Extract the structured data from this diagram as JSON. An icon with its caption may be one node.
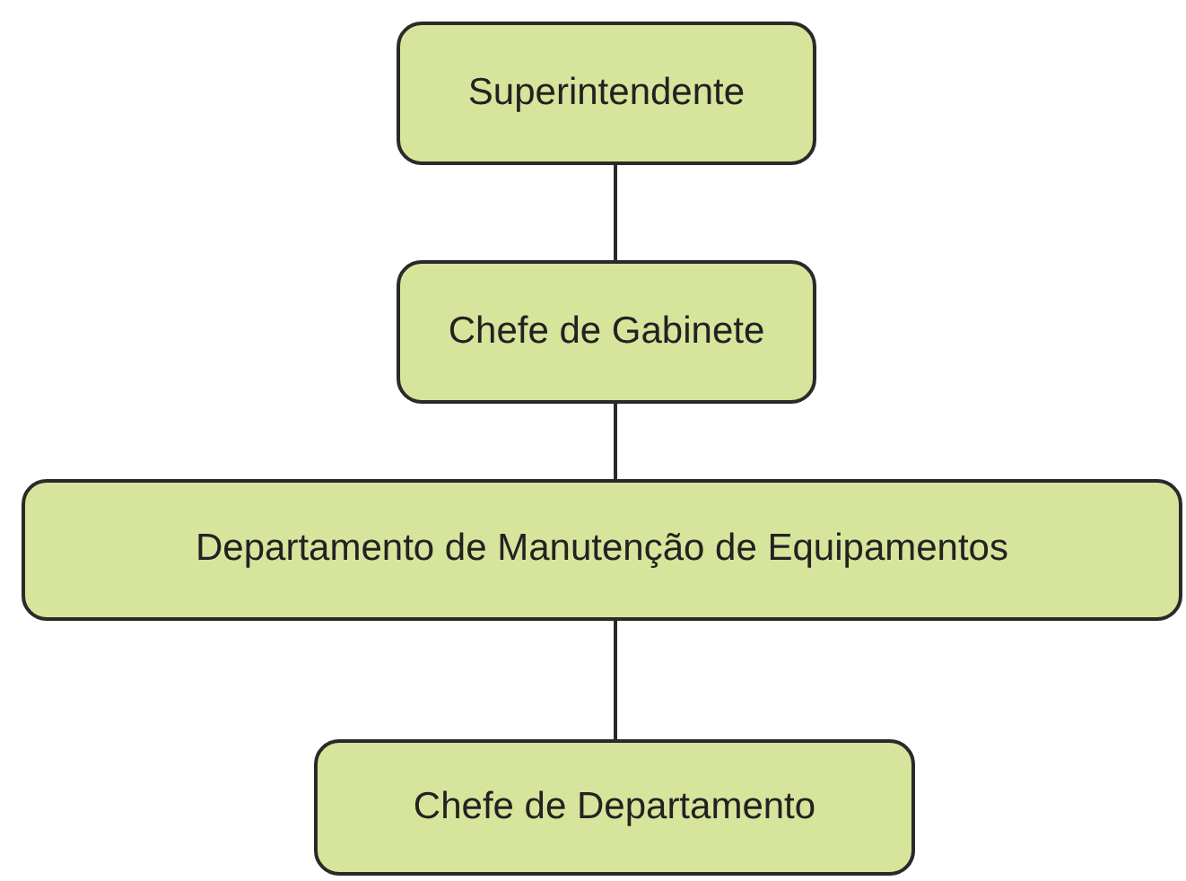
{
  "diagram": {
    "nodes": [
      {
        "text": [
          "Superintendente"
        ]
      },
      {
        "text": [
          "Chefe de Gabinete"
        ]
      },
      {
        "text": [
          "Departamento de Manutenção de Equipamentos"
        ]
      },
      {
        "text": [
          "Chefe de Departamento"
        ]
      }
    ],
    "edges": [
      {
        "from": 0,
        "to": 1,
        "arrow": "none"
      },
      {
        "from": 1,
        "to": 2,
        "arrow": "none"
      },
      {
        "from": 2,
        "to": 3,
        "arrow": "none"
      }
    ]
  }
}
